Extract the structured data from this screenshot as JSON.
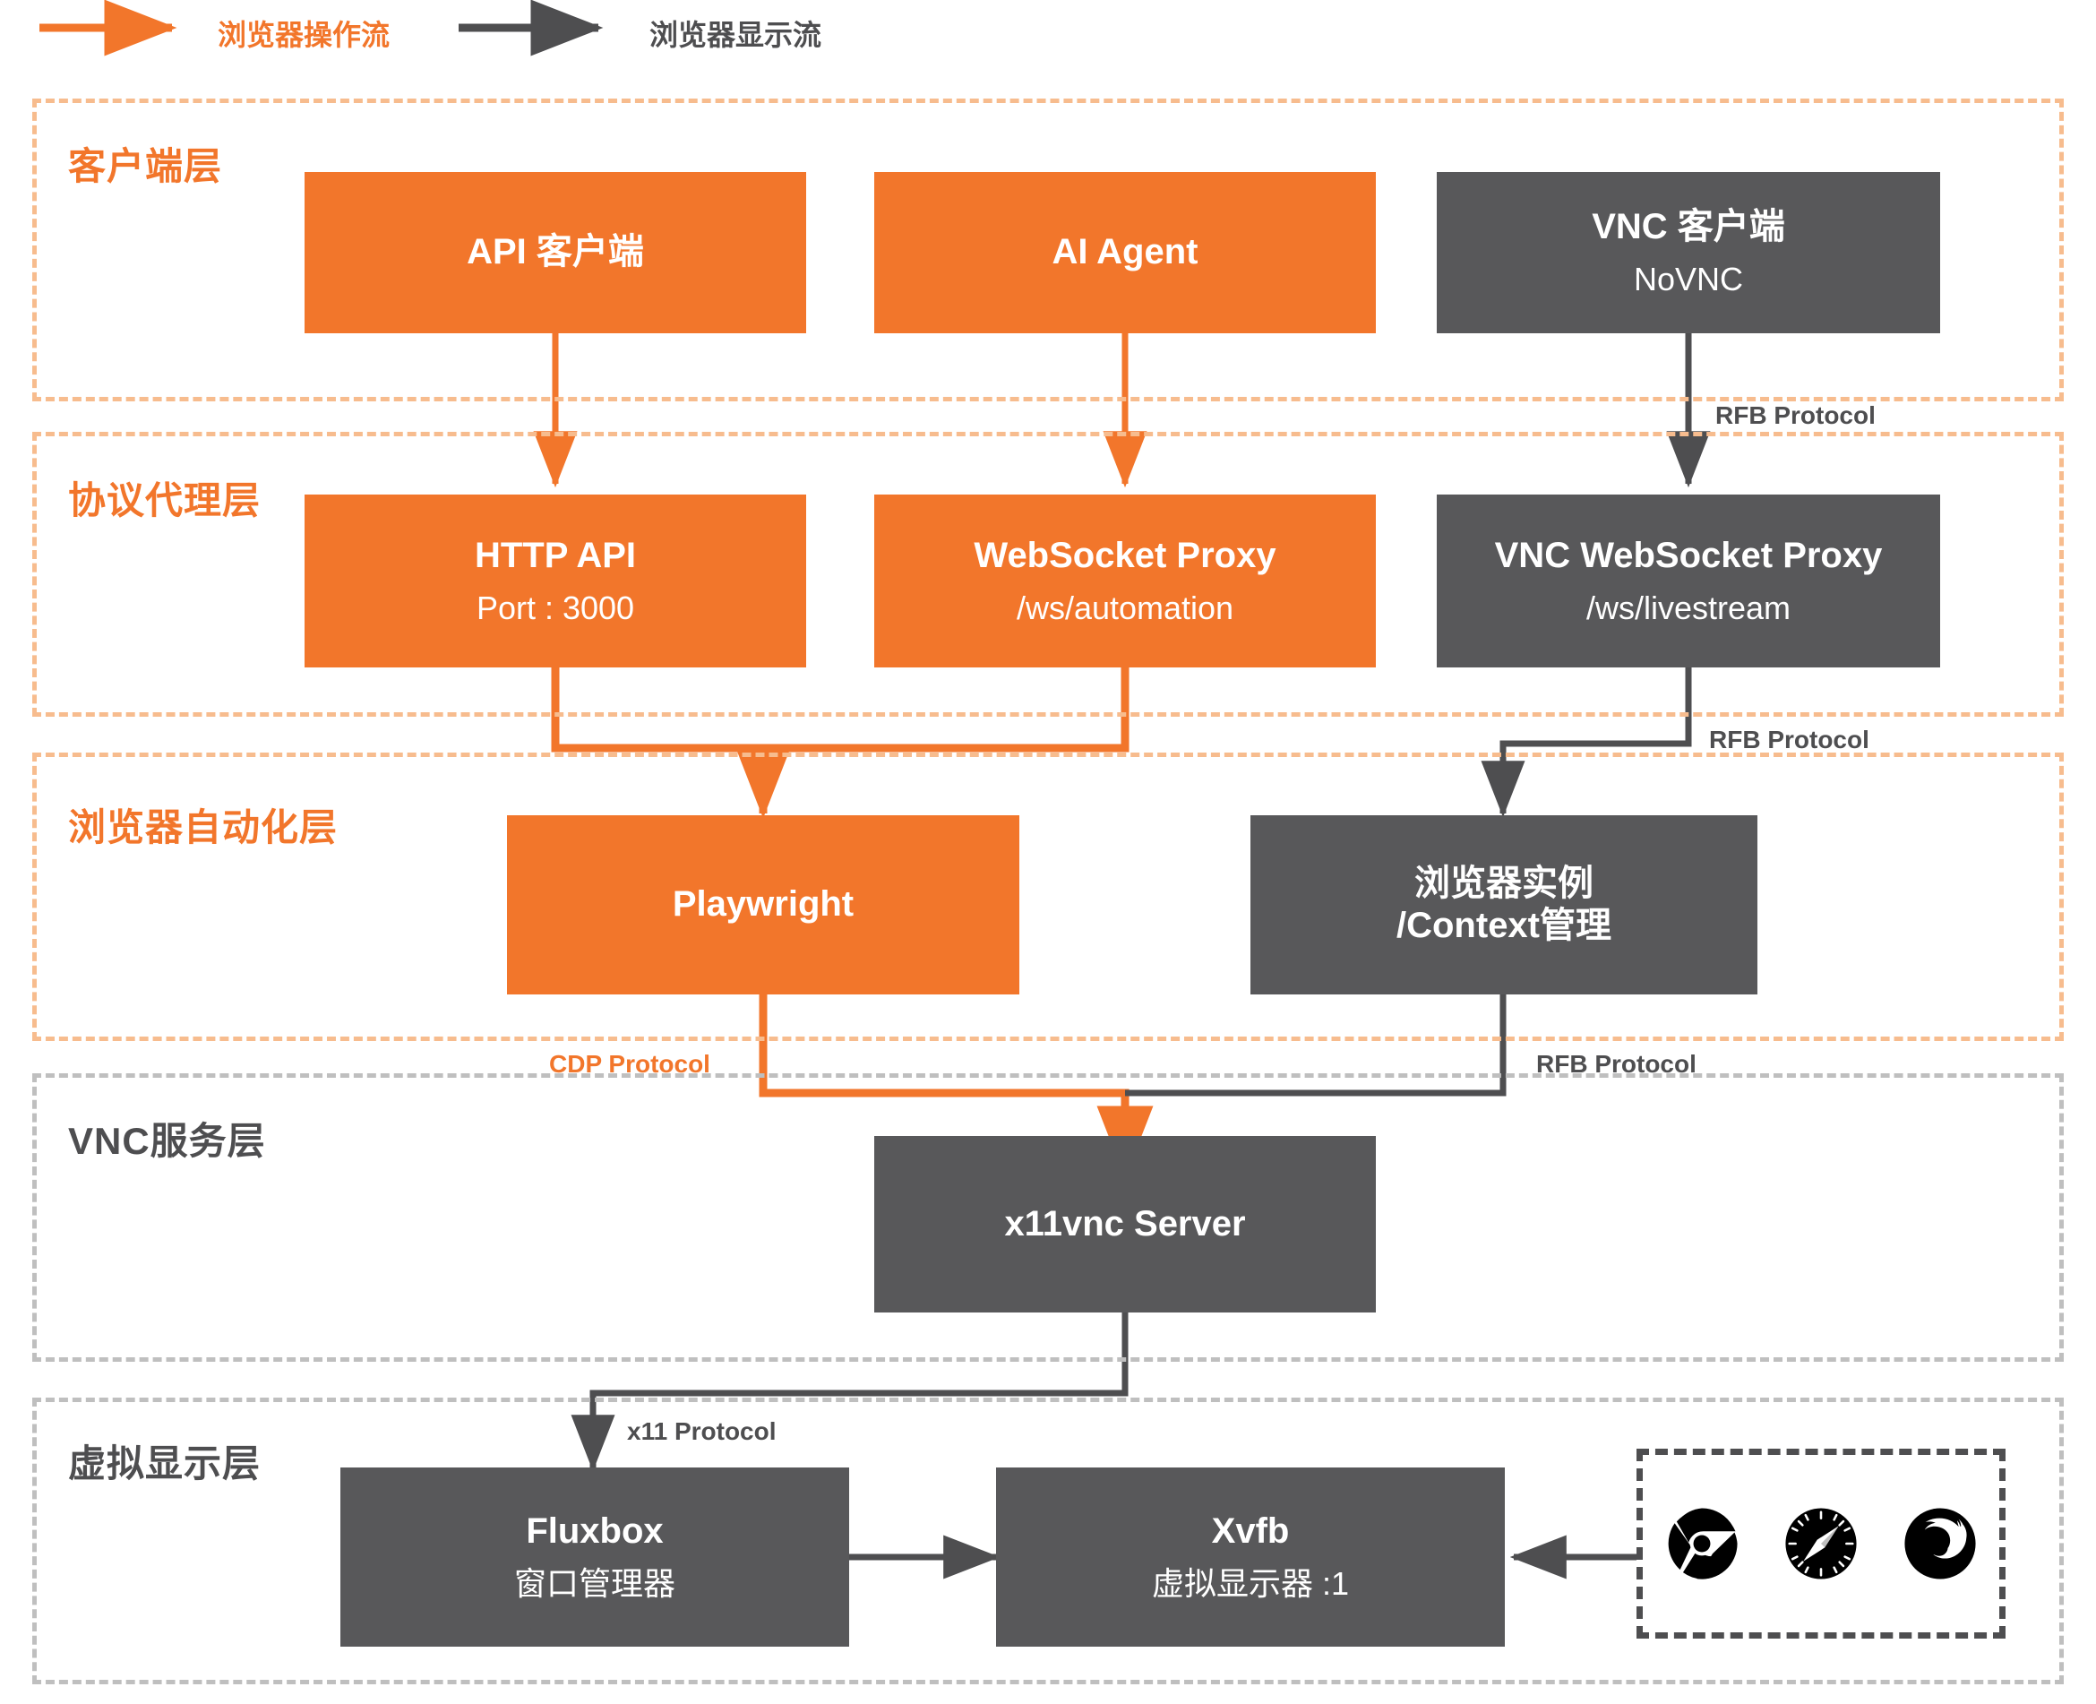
{
  "legend": {
    "operation_flow": "浏览器操作流",
    "display_flow": "浏览器显示流",
    "operation_color": "#F2762B",
    "display_color": "#4E4E50"
  },
  "layers": [
    {
      "id": "client",
      "title": "客户端层",
      "style": "orange"
    },
    {
      "id": "protocol",
      "title": "协议代理层",
      "style": "orange"
    },
    {
      "id": "automation",
      "title": "浏览器自动化层",
      "style": "orange"
    },
    {
      "id": "vnc",
      "title": "VNC服务层",
      "style": "gray"
    },
    {
      "id": "display",
      "title": "虚拟显示层",
      "style": "gray"
    }
  ],
  "nodes": {
    "api_client": {
      "title": "API 客户端",
      "subtitle": ""
    },
    "ai_agent": {
      "title": "AI Agent",
      "subtitle": ""
    },
    "vnc_client": {
      "title": "VNC 客户端",
      "subtitle": "NoVNC"
    },
    "http_api": {
      "title": "HTTP API",
      "subtitle": "Port : 3000"
    },
    "ws_proxy": {
      "title": "WebSocket Proxy",
      "subtitle": "/ws/automation"
    },
    "vnc_ws_proxy": {
      "title": "VNC WebSocket Proxy",
      "subtitle": "/ws/livestream"
    },
    "playwright": {
      "title": "Playwright",
      "subtitle": ""
    },
    "browser_instance": {
      "title_line1": "浏览器实例",
      "title_line2": "/Context管理"
    },
    "x11vnc": {
      "title": "x11vnc Server",
      "subtitle": ""
    },
    "fluxbox": {
      "title": "Fluxbox",
      "subtitle": "窗口管理器"
    },
    "xvfb": {
      "title": "Xvfb",
      "subtitle": "虚拟显示器 :1"
    }
  },
  "edge_labels": {
    "rfb_client_to_proxy": "RFB Protocol",
    "rfb_proxy_to_browser": "RFB Protocol",
    "rfb_browser_to_x11vnc": "RFB Protocol",
    "cdp_playwright": "CDP Protocol",
    "x11_to_fluxbox": "x11 Protocol"
  },
  "browser_icons": [
    {
      "name": "chrome-icon",
      "label": "Chrome"
    },
    {
      "name": "safari-icon",
      "label": "Safari"
    },
    {
      "name": "firefox-icon",
      "label": "Firefox"
    }
  ],
  "colors": {
    "orange": "#F2762B",
    "orange_dashed": "#F7BC8E",
    "dark": "#58585A",
    "dark_line": "#4E4E50",
    "gray_dashed": "#BFBFBF",
    "background": "#FFFFFF"
  }
}
